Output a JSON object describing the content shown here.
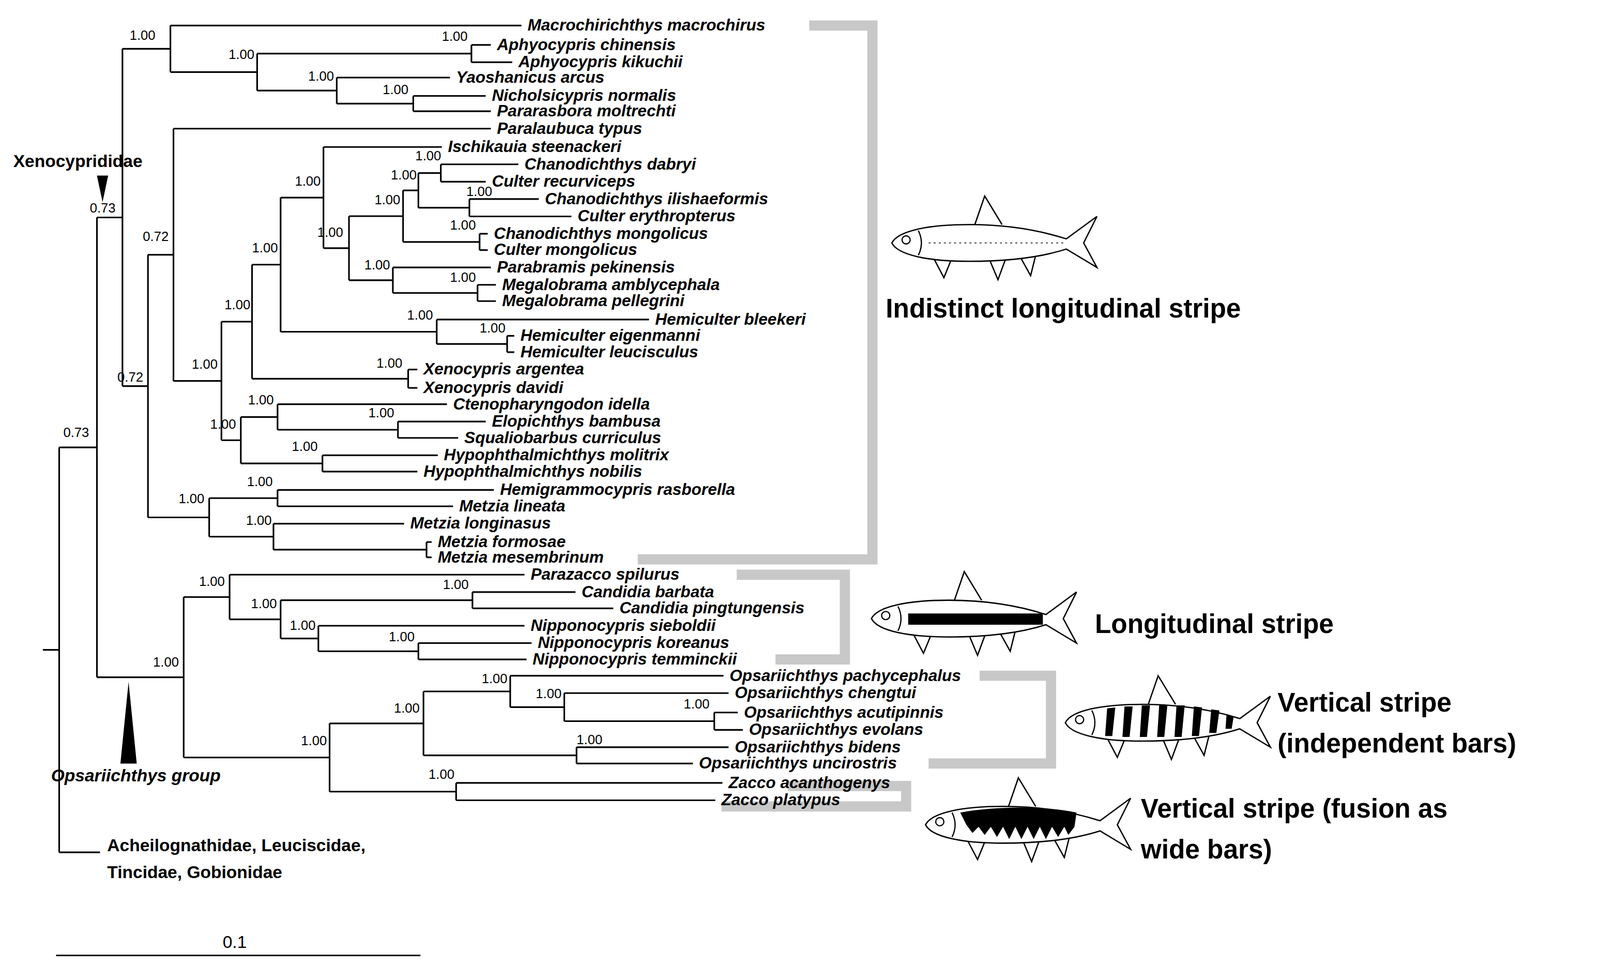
{
  "diagram": {
    "labels": [
      "Macrochirichthys macrochirus",
      "Aphyocypris chinensis",
      "Aphyocypris kikuchii",
      "Yaoshanicus arcus",
      "Nicholsicypris normalis",
      "Pararasbora moltrechti",
      "Paralaubuca typus",
      "Ischikauia steenackeri",
      "Chanodichthys dabryi",
      "Culter recurviceps",
      "Chanodichthys ilishaeformis",
      "Culter erythropterus",
      "Chanodichthys mongolicus",
      "Culter mongolicus",
      "Parabramis pekinensis",
      "Megalobrama amblycephala",
      "Megalobrama pellegrini",
      "Hemiculter bleekeri",
      "Hemiculter eigenmanni",
      "Hemiculter leucisculus",
      "Xenocypris argentea",
      "Xenocypris davidi",
      "Ctenopharyngodon idella",
      "Elopichthys bambusa",
      "Squaliobarbus curriculus",
      "Hypophthalmichthys molitrix",
      "Hypophthalmichthys nobilis",
      "Hemigrammocypris rasborella",
      "Metzia lineata",
      "Metzia longinasus",
      "Metzia formosae",
      "Metzia mesembrinum",
      "Parazacco spilurus",
      "Candidia barbata",
      "Candidia pingtungensis",
      "Nipponocypris sieboldii",
      "Nipponocypris koreanus",
      "Nipponocypris temminckii",
      "Opsariichthys pachycephalus",
      "Opsariichthys chengtui",
      "Opsariichthys acutipinnis",
      "Opsariichthys evolans",
      "Opsariichthys bidens",
      "Opsariichthys uncirostris",
      "Zacco acanthogenys",
      "Zacco platypus",
      "Acheilognathidae, Leuciscidae, Tincidae, Gobionidae",
      "Xenocyprididae",
      "Opsariichthys group",
      "1.00",
      "1.00",
      "1.00",
      "1.00",
      "1.00",
      "1.00",
      "1.00",
      "1.00",
      "1.00",
      "0.73",
      "1.00",
      "1.00",
      "1.00",
      "0.72",
      "1.00",
      "1.00",
      "1.00",
      "1.00",
      "1.00",
      "1.00",
      "1.00",
      "1.00",
      "0.72",
      "1.00",
      "1.00",
      "1.00",
      "0.73",
      "1.00",
      "1.00",
      "1.00",
      "1.00",
      "1.00",
      "1.00",
      "1.00",
      "1.00",
      "1.00",
      "1.00",
      "1.00",
      "1.00",
      "1.00",
      "1.00",
      "1.00",
      "1.00",
      "1.00",
      "Indistinct longitudinal stripe",
      "Longitudinal stripe",
      "Vertical stripe (independent bars)",
      "Vertical stripe (fusion as wide bars)",
      "0.1"
    ]
  }
}
